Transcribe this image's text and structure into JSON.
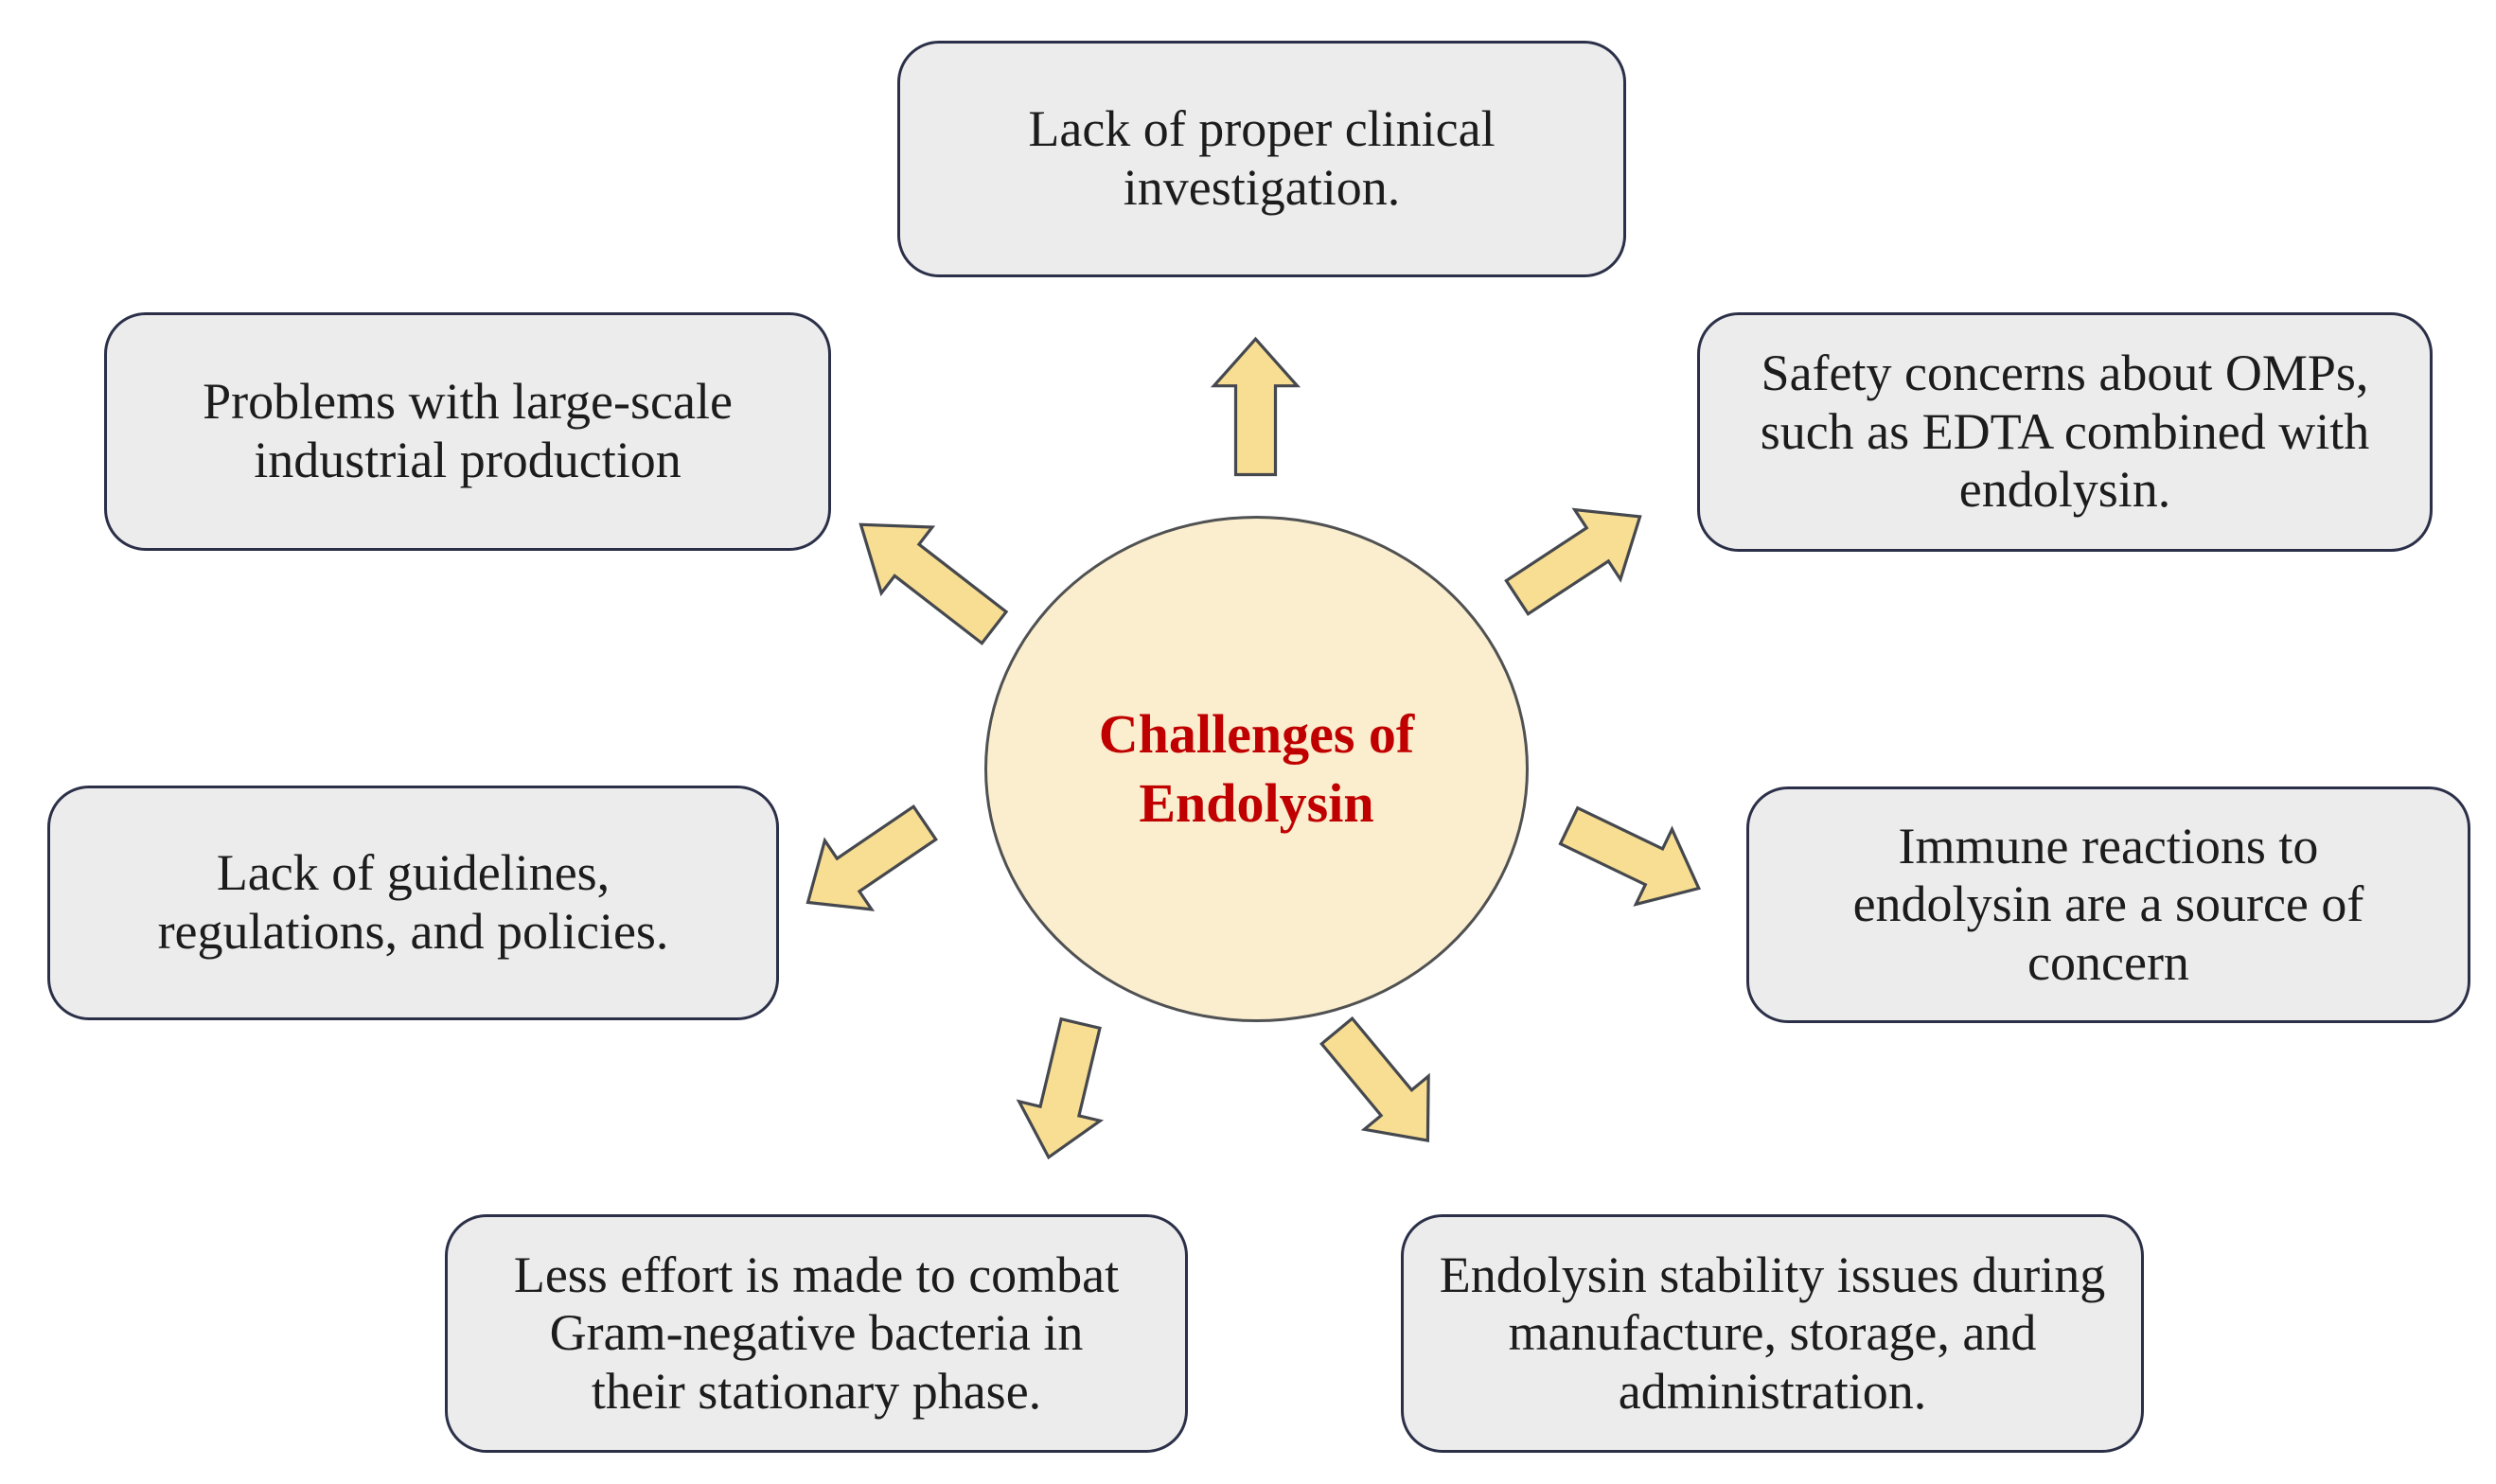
{
  "figure": {
    "center": {
      "label": "Challenges of\nEndolysin"
    },
    "nodes": [
      {
        "position": "top",
        "text": "Lack of proper clinical\ninvestigation."
      },
      {
        "position": "top-left",
        "text": "Problems with large-scale\nindustrial production"
      },
      {
        "position": "top-right",
        "text": "Safety concerns about OMPs,\nsuch as EDTA combined with\nendolysin."
      },
      {
        "position": "left",
        "text": "Lack of guidelines,\nregulations, and policies."
      },
      {
        "position": "right",
        "text": "Immune reactions to\nendolysin are a source of\nconcern"
      },
      {
        "position": "bottom-left",
        "text": "Less effort is made to combat\nGram-negative bacteria in\ntheir stationary phase."
      },
      {
        "position": "bottom-right",
        "text": "Endolysin stability issues during\nmanufacture, storage, and\nadministration."
      }
    ],
    "arrows": [
      "up",
      "upper-left",
      "upper-right",
      "left",
      "right",
      "lower-left",
      "lower-right"
    ]
  },
  "colors": {
    "background": "#FFFFFF",
    "box-fill": "#ECECED",
    "box-border": "#2B3048",
    "circle-fill": "#FAEECE",
    "circle-border": "#505152",
    "arrow-fill": "#F8DE92",
    "arrow-border": "#45484E",
    "center-text": "#C00000",
    "node-text": "#1C1C1C"
  }
}
